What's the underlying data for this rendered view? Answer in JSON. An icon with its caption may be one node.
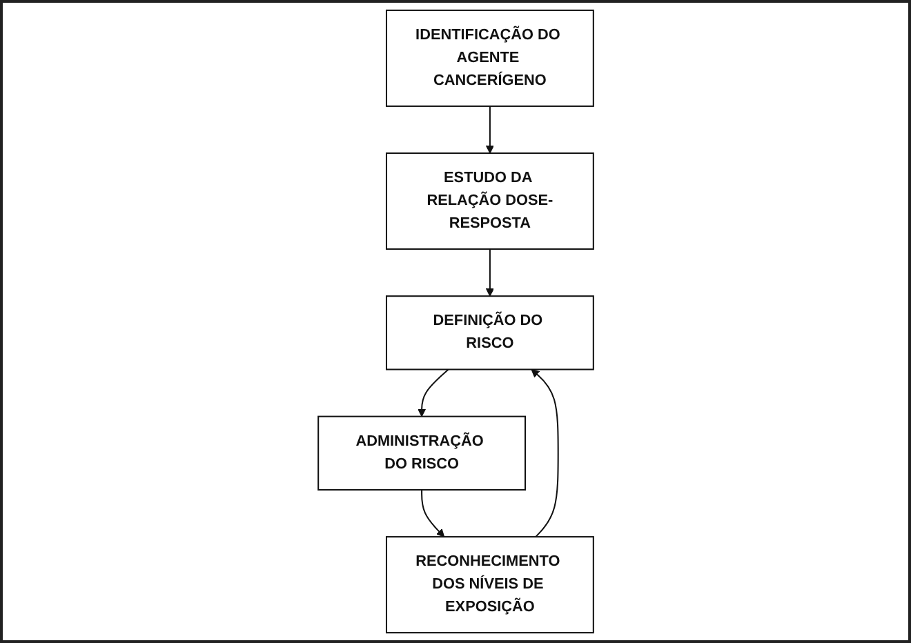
{
  "diagram": {
    "nodes": [
      {
        "text": [
          "IDENTIFICAÇÃO DO AGENTE CANCERÍGENO"
        ]
      },
      {
        "text": [
          "ESTUDO DA RELAÇÃO DOSE-RESPOSTA"
        ]
      },
      {
        "text": [
          "RECONHECIMENTO DOS NÍVEIS DE EXPOSIÇÃO"
        ]
      },
      {
        "text": [
          "DEFINIÇÃO DO RISCO"
        ]
      },
      {
        "text": [
          "ADMINISTRAÇÃO DO RISCO"
        ]
      }
    ],
    "edges": [
      {
        "from": 0,
        "to": 1,
        "arrow": "to"
      },
      {
        "from": 1,
        "to": 3,
        "arrow": "to"
      },
      {
        "from": 2,
        "to": 3,
        "arrow": "to"
      },
      {
        "from": 3,
        "to": 4,
        "arrow": "to"
      },
      {
        "from": 4,
        "to": 2,
        "arrow": "to"
      }
    ]
  }
}
